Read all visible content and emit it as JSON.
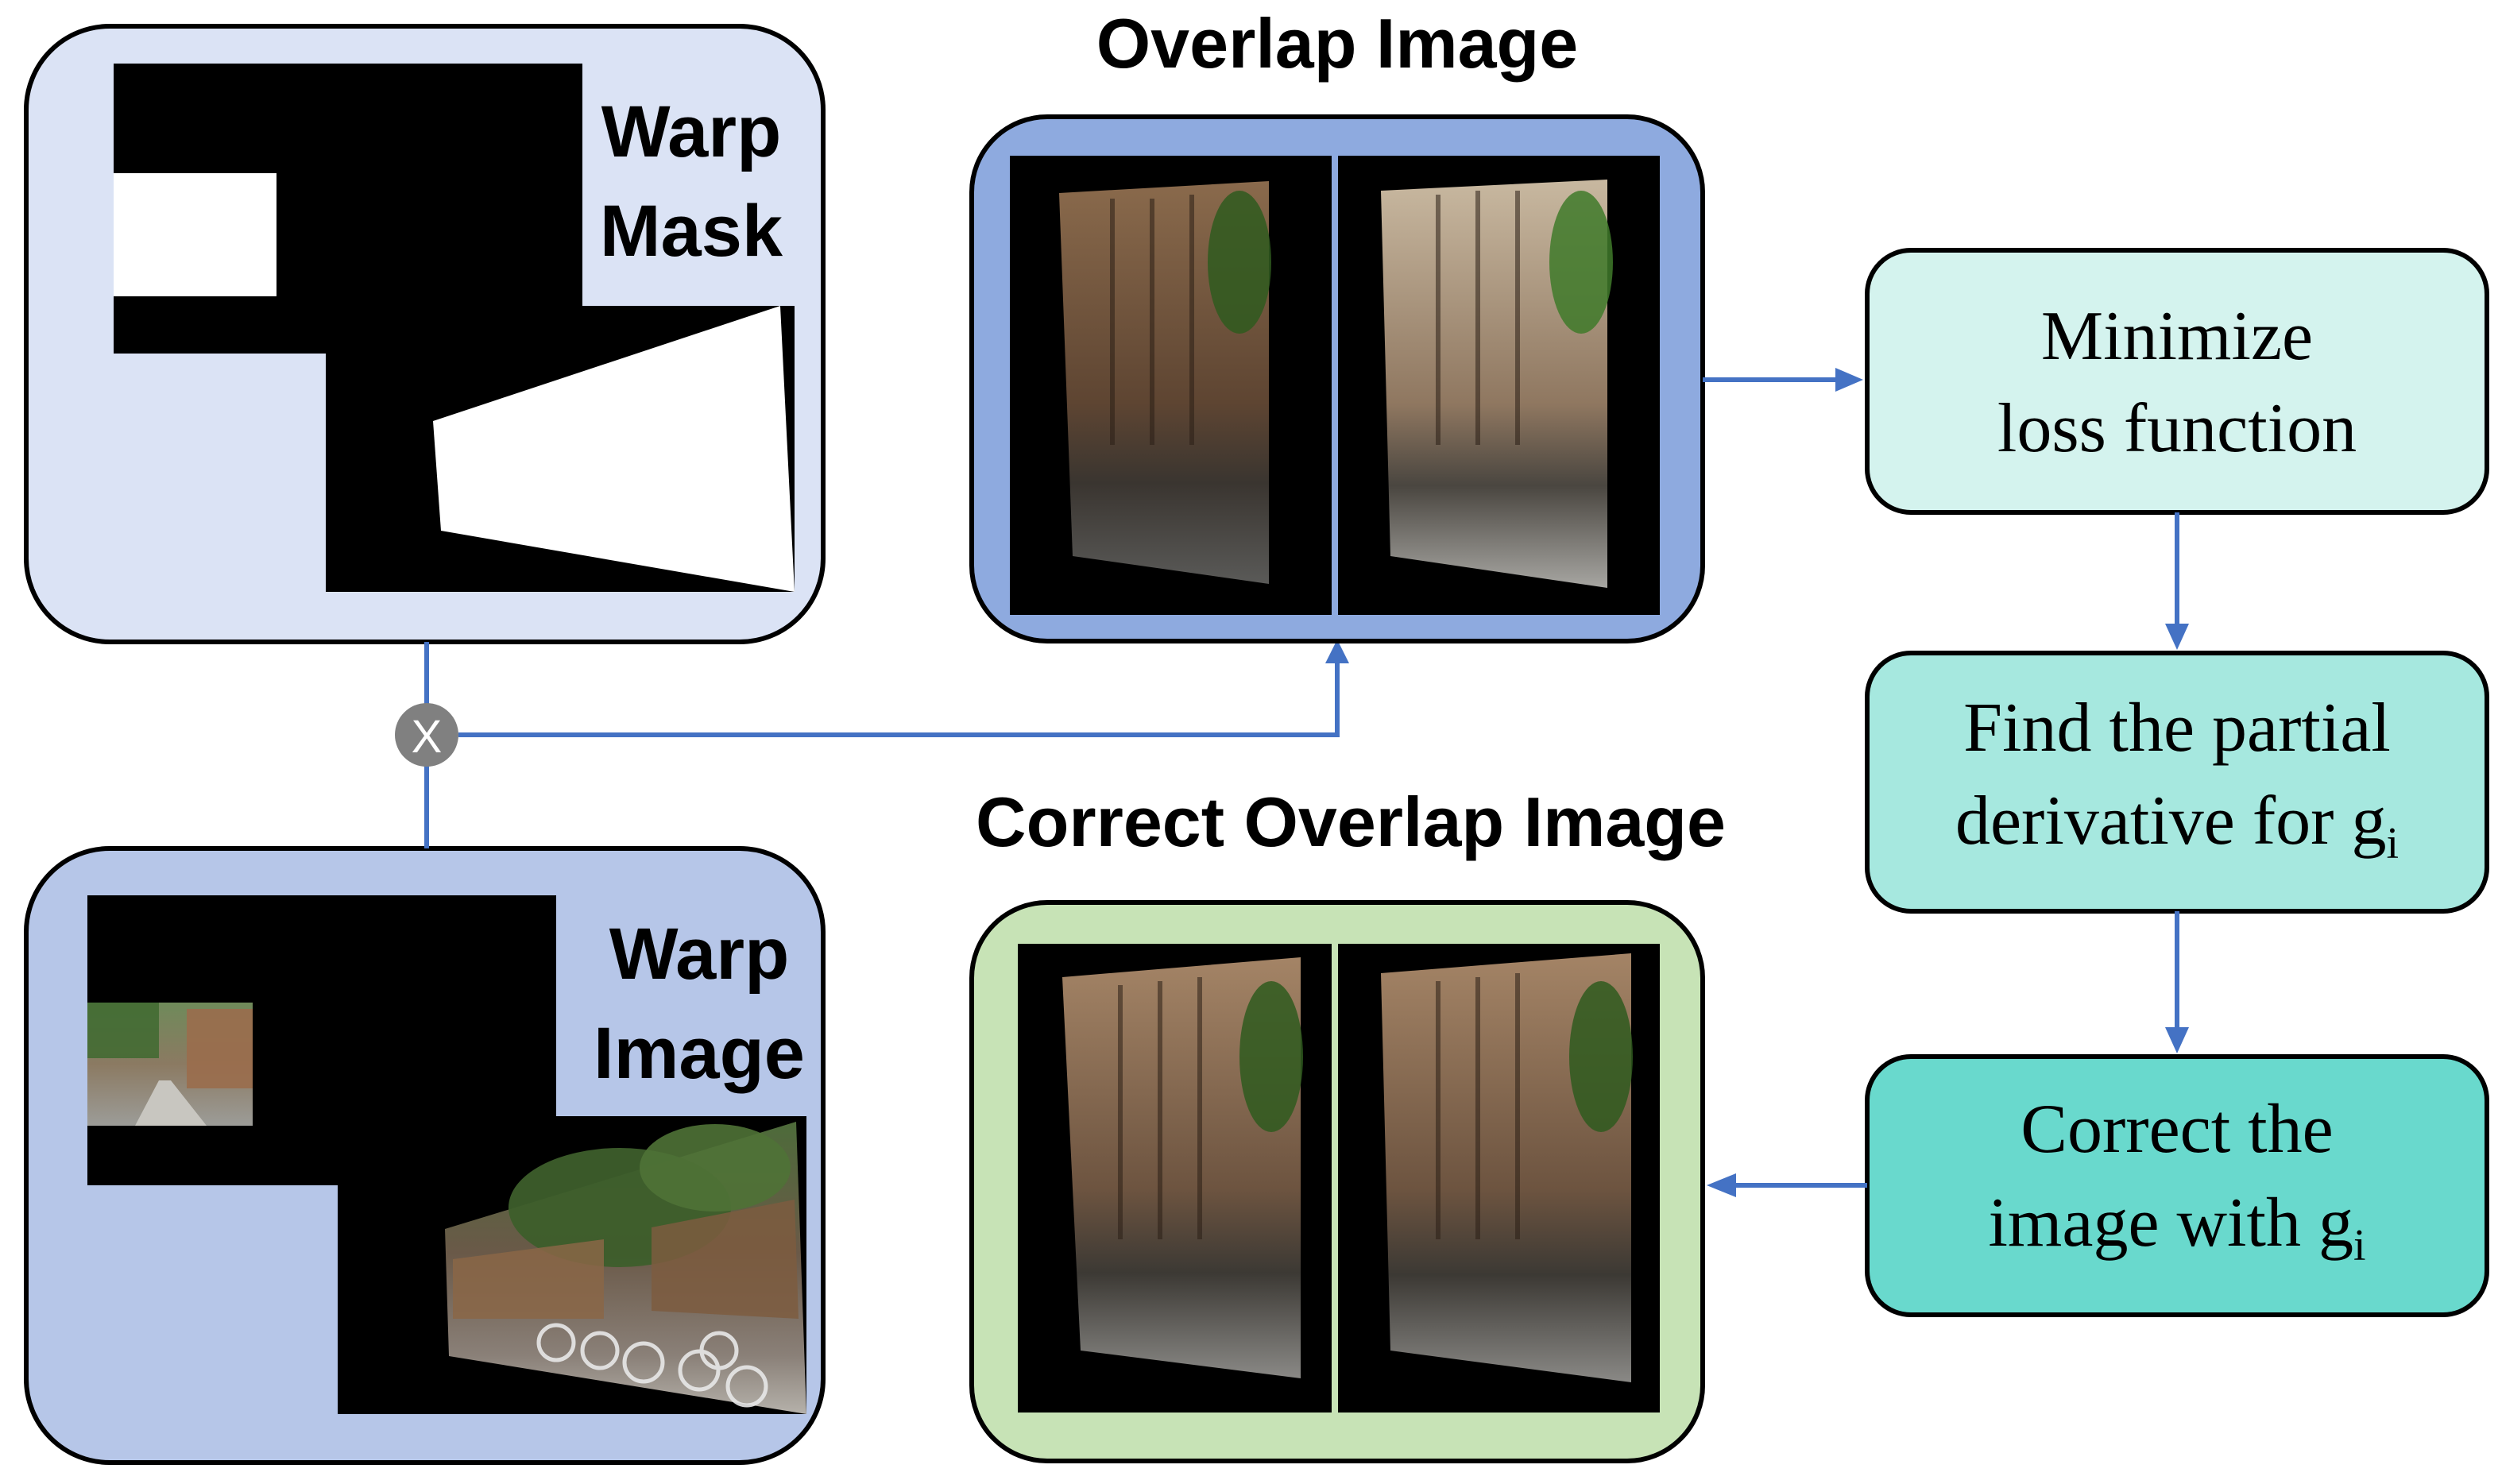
{
  "labels": {
    "warp_mask": [
      "Warp",
      "Mask"
    ],
    "warp_image": [
      "Warp",
      "Image"
    ],
    "overlap_image_title": "Overlap Image",
    "correct_overlap_title": "Correct Overlap Image",
    "multiply_symbol": "X"
  },
  "steps": [
    {
      "lines": [
        {
          "text": "Minimize"
        },
        {
          "text": "loss function"
        }
      ]
    },
    {
      "lines": [
        {
          "text": "Find the partial"
        },
        {
          "text": "derivative for  g",
          "sub": "i"
        }
      ]
    },
    {
      "lines": [
        {
          "text": "Correct the"
        },
        {
          "text": "image with g",
          "sub": "i"
        }
      ]
    }
  ],
  "colors": {
    "warp_mask_panel": "#dbe3f5",
    "warp_image_panel": "#b6c6e8",
    "overlap_frame": "#8eaadf",
    "correct_frame": "#c7e3b6",
    "step1_fill": "#d4f3ee",
    "step2_fill": "#a6e8df",
    "step3_fill": "#69d9cd",
    "arrow": "#4472c4",
    "multiply_node": "#808080"
  }
}
